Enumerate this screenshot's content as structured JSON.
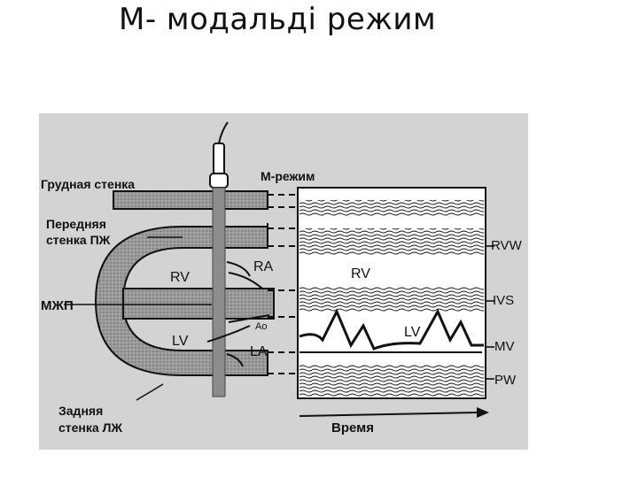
{
  "slide": {
    "title": "М- модальді режим"
  },
  "diagram": {
    "labels": {
      "chest_wall": "Грудная стенка",
      "m_mode": "М-режим",
      "anterior_rv_wall": [
        "Передняя",
        "стенка ПЖ"
      ],
      "ivs_ru": "МЖП",
      "posterior_lv_wall": [
        "Задняя",
        "стенка ЛЖ"
      ],
      "time": "Время",
      "rv_left": "RV",
      "ra": "RA",
      "ao": "Ao",
      "lv_left": "LV",
      "la": "LA",
      "rv_trace": "RV",
      "lv_trace": "LV",
      "rvw": "RVW",
      "ivs": "IVS",
      "mv": "MV",
      "pw": "PW"
    }
  }
}
